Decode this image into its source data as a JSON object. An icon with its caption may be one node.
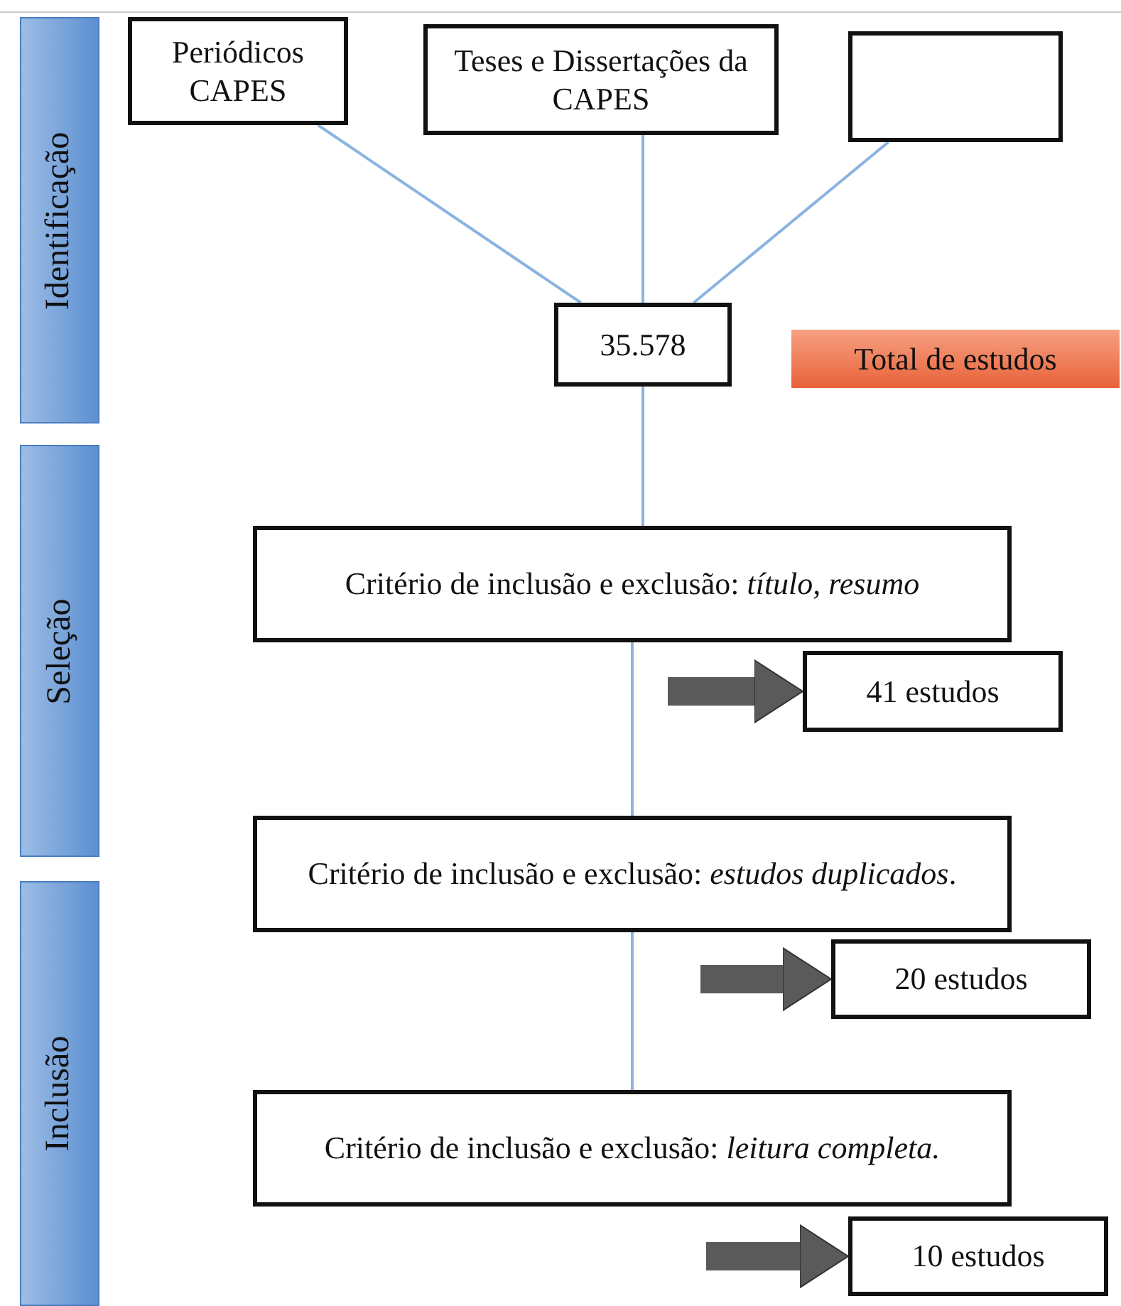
{
  "diagram": {
    "nodes": [
      {
        "text": [
          "Identificação"
        ]
      },
      {
        "text": [
          "Seleção"
        ]
      },
      {
        "text": [
          "Inclusão"
        ]
      },
      {
        "text": [
          "Periódicos CAPES"
        ]
      },
      {
        "text": [
          "Teses e Dissertações da CAPES"
        ]
      },
      {
        "text": [],
        "shape": "box"
      },
      {
        "text": [
          "35.578"
        ]
      },
      {
        "text": [
          "Total de estudos"
        ]
      },
      {
        "text": [
          "Critério de inclusão e exclusão: *título, resumo*"
        ]
      },
      {
        "text": [
          "41 estudos"
        ]
      },
      {
        "text": [
          "Critério de inclusão e exclusão: *estudos duplicados*."
        ]
      },
      {
        "text": [
          "20 estudos"
        ]
      },
      {
        "text": [
          "Critério de inclusão e exclusão: *leitura completa.*"
        ]
      },
      {
        "text": [
          "10 estudos"
        ]
      }
    ],
    "edges": [
      {
        "from": 3,
        "to": 6,
        "arrow": "none"
      },
      {
        "from": 4,
        "to": 6,
        "arrow": "none"
      },
      {
        "from": 5,
        "to": 6,
        "arrow": "none"
      },
      {
        "from": 6,
        "to": 8,
        "arrow": "none"
      },
      {
        "from": 8,
        "to": 10,
        "arrow": "none"
      },
      {
        "from": 10,
        "to": 12,
        "arrow": "none"
      },
      {
        "from": null,
        "to": 9,
        "arrow": "to",
        "style": "thick",
        "color": "#5a5a5a"
      },
      {
        "from": null,
        "to": 11,
        "arrow": "to",
        "style": "thick",
        "color": "#5a5a5a"
      },
      {
        "from": null,
        "to": 13,
        "arrow": "to",
        "style": "thick",
        "color": "#5a5a5a"
      }
    ]
  }
}
